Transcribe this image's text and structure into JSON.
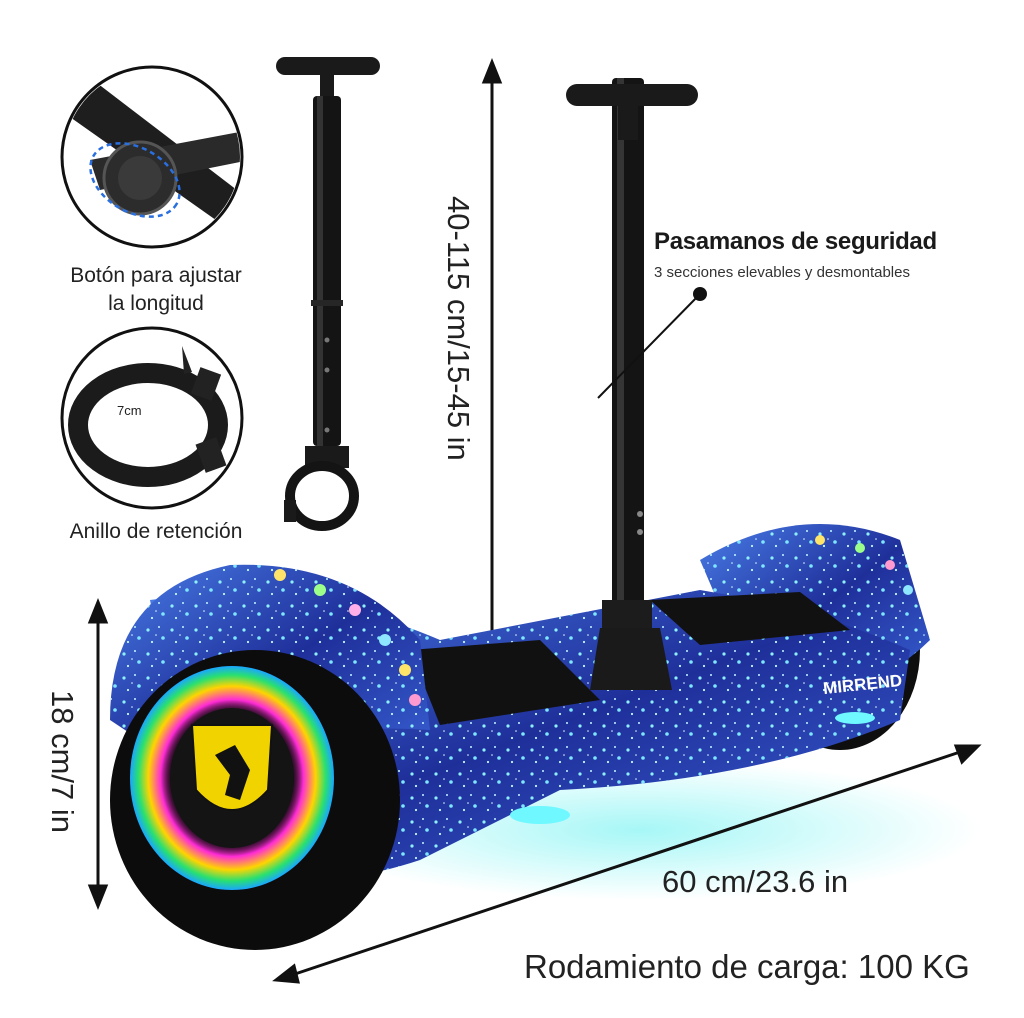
{
  "callouts": {
    "length_button": "Botón para ajustar\nla longitud",
    "retaining_ring": "Anillo de retención",
    "ring_size": "7cm"
  },
  "handrail": {
    "title": "Pasamanos de seguridad",
    "subtitle": "3 secciones elevables y desmontables"
  },
  "dimensions": {
    "handle_height": "40-115 cm/15-45 in",
    "board_height": "18 cm/7 in",
    "board_length": "60 cm/23.6 in"
  },
  "brand": "MIRREND",
  "load_capacity": "Rodamiento de carga: 100 KG",
  "colors": {
    "board_blue": "#2a3fa8",
    "speckle": "#7fe6ff",
    "glow": "#36e0e8"
  }
}
